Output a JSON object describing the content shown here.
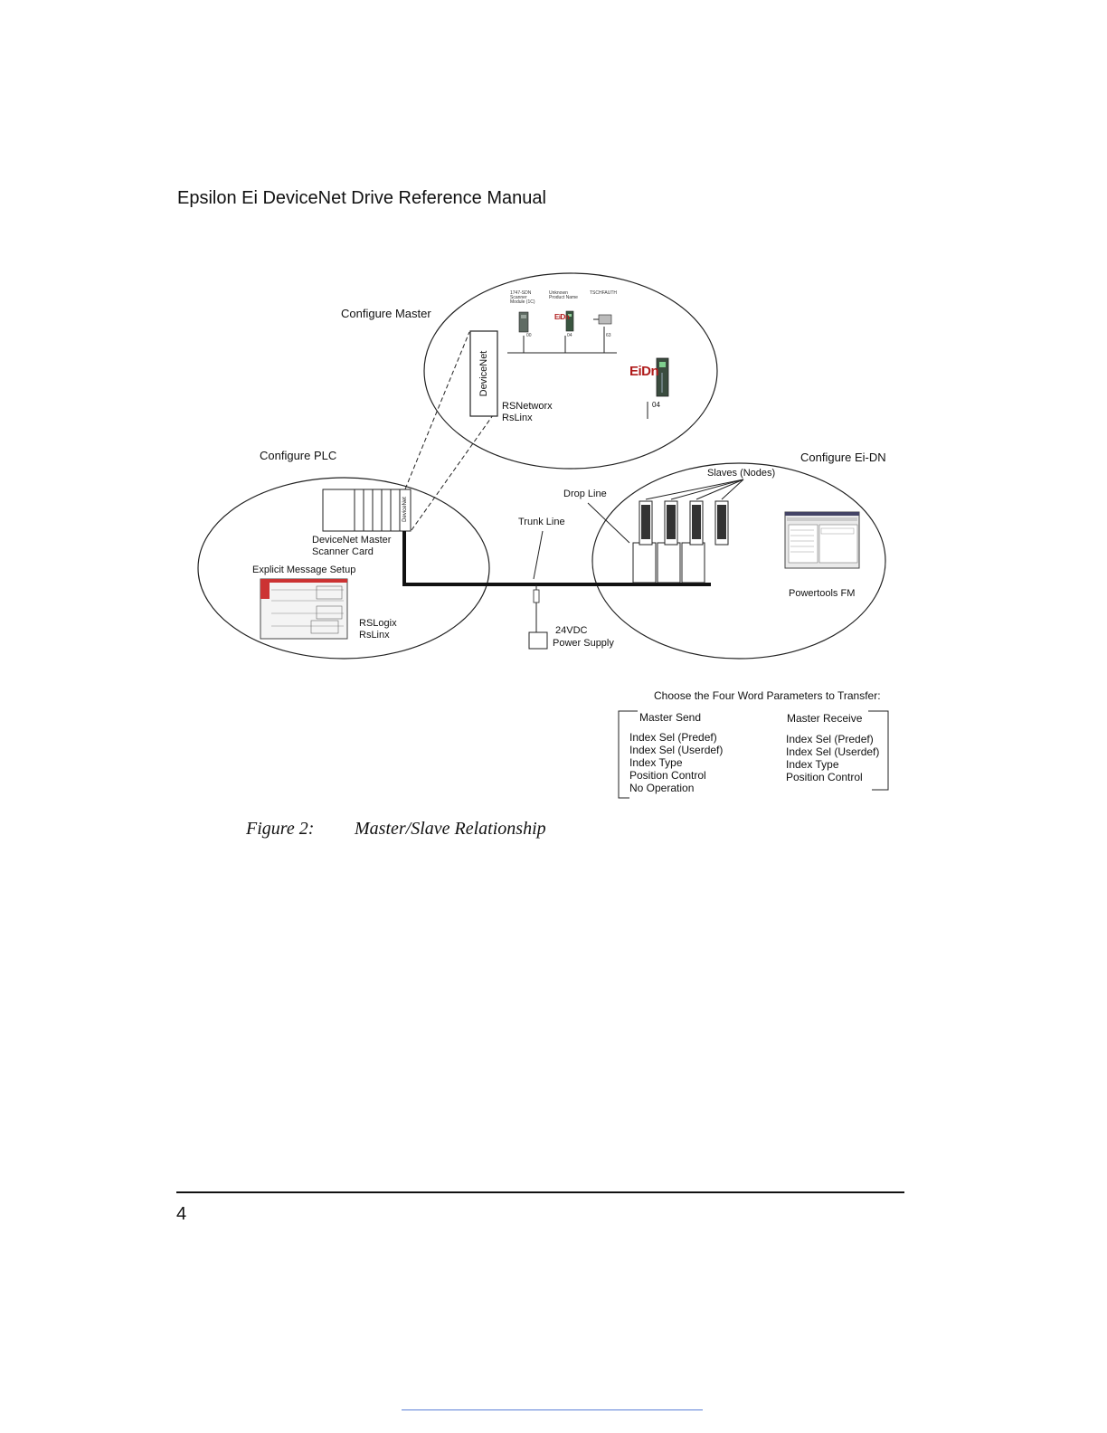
{
  "header": {
    "title": "Epsilon Ei DeviceNet Drive Reference Manual"
  },
  "figure": {
    "configure_master": "Configure Master",
    "configure_plc": "Configure PLC",
    "configure_eidn": "Configure Ei-DN",
    "devicenet_vertical": "DeviceNet",
    "rsnetworx": "RSNetworx",
    "rslinx_top": "RsLinx",
    "scanner_module_label": "1747-SDN Scanner Module (1C)",
    "unknown_product_label": "Unknown Product Name",
    "tsch_label": "TSCHFAUTH",
    "node_00": "00",
    "node_04": "04",
    "node_63": "63",
    "eidn_logo": "EiDn",
    "eidn_logo_small": "EiDn",
    "node_04_large": "04",
    "card_tag": "DeviceNet",
    "scanner_card_line1": "DeviceNet Master",
    "scanner_card_line2": "Scanner Card",
    "explicit_message": "Explicit Message Setup",
    "rslogix": "RSLogix",
    "rslinx_bottom": "RsLinx",
    "trunk_line": "Trunk Line",
    "drop_line": "Drop Line",
    "slaves": "Slaves (Nodes)",
    "powertools": "Powertools FM",
    "power_supply_line1": "24VDC",
    "power_supply_line2": "Power Supply"
  },
  "parameters": {
    "heading": "Choose the Four Word Parameters to Transfer:",
    "master_send": {
      "title": "Master Send",
      "items": [
        "Index Sel (Predef)",
        "Index Sel (Userdef)",
        "Index Type",
        "Position Control",
        "No Operation"
      ]
    },
    "master_receive": {
      "title": "Master Receive",
      "items": [
        "Index Sel (Predef)",
        "Index Sel (Userdef)",
        "Index Type",
        "Position Control"
      ]
    }
  },
  "caption": {
    "number": "Figure 2:",
    "title": "Master/Slave Relationship"
  },
  "footer": {
    "page_number": "4"
  }
}
